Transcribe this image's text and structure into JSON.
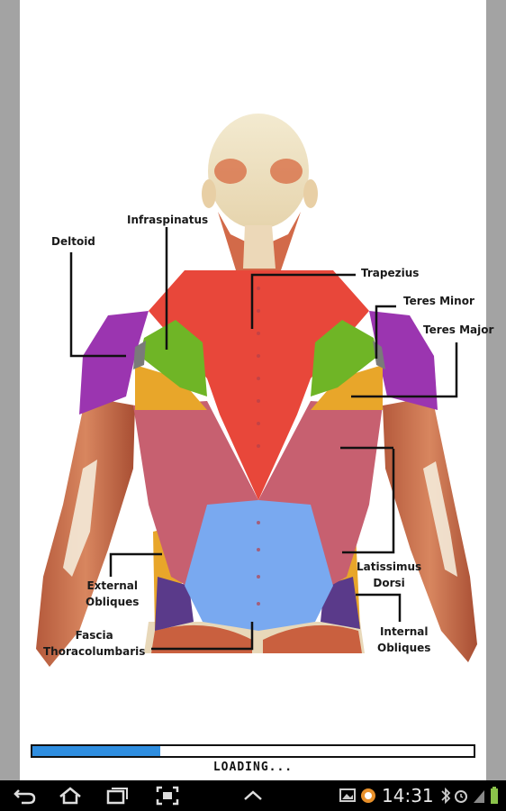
{
  "muscles": {
    "deltoid": "Deltoid",
    "infraspinatus": "Infraspinatus",
    "trapezius": "Trapezius",
    "teres_minor": "Teres Minor",
    "teres_major": "Teres Major",
    "latissimus_dorsi": [
      "Latissimus",
      "Dorsi"
    ],
    "external_obliques": [
      "External",
      "Obliques"
    ],
    "fascia_thoracolumbaris": [
      "Fascia",
      "Thoracolumbaris"
    ],
    "internal_obliques": [
      "Internal",
      "Obliques"
    ]
  },
  "loading": {
    "text": "LOADING...",
    "progress": 0.29
  },
  "status_bar": {
    "time": "14:31"
  },
  "colors": {
    "trapezius": "#e8473a",
    "deltoid": "#9b35b0",
    "infraspinatus": "#6fb526",
    "teres_major": "#e8a62a",
    "latissimus": "#c76070",
    "fascia": "#79a9f0",
    "obliques_internal": "#5a3a8a",
    "progress": "#2f8ee0"
  },
  "nav_icons": [
    "back-icon",
    "home-icon",
    "recent-apps-icon",
    "screenshot-icon",
    "up-chevron-icon"
  ],
  "status_icons": [
    "gallery-icon",
    "app-notification-icon",
    "bluetooth-icon",
    "alarm-icon",
    "signal-icon",
    "battery-icon"
  ]
}
